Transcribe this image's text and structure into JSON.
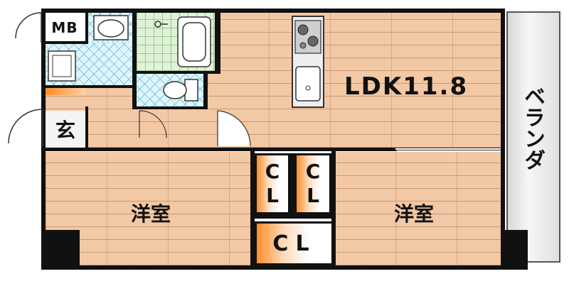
{
  "rooms": {
    "mb": "MB",
    "genkan": "玄",
    "ldk": "LDK11.8",
    "veranda": "ベランダ",
    "western_left": "洋室",
    "western_right": "洋室",
    "closet_1_line1": "C",
    "closet_1_line2": "L",
    "closet_2_line1": "C",
    "closet_2_line2": "L",
    "closet_3": "CL"
  },
  "colors": {
    "floor_wood": "#f3c8a4",
    "wet_area_tile": "#dff5fb",
    "bath_tile": "#dff3d6",
    "wall": "#111111",
    "accent_orange": "#ff8c2a"
  }
}
